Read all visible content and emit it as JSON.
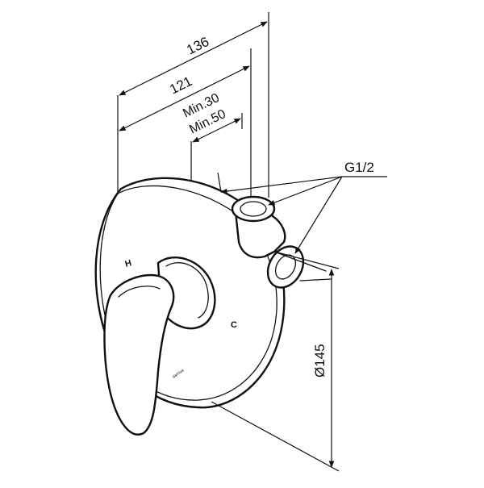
{
  "diagram": {
    "dimensions": {
      "overall_depth": "136",
      "body_depth": "121",
      "min_depth_1": "Min.30",
      "min_depth_2": "Min.50",
      "plate_diameter": "Ø145"
    },
    "thread_label": "G1/2",
    "plate_markings": {
      "hot": "H",
      "cold": "C",
      "brand": "damixa"
    },
    "colors": {
      "line": "#111111",
      "background": "#ffffff"
    }
  }
}
